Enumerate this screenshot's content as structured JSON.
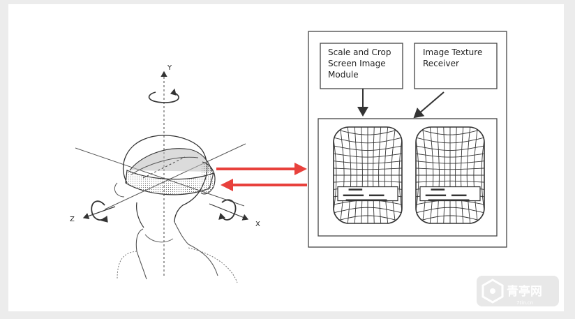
{
  "diagram": {
    "axes": {
      "y": "Y",
      "z": "Z",
      "x": "X"
    },
    "modules": {
      "scale_crop": [
        "Scale and Crop",
        "Screen Image",
        "Module"
      ],
      "texture_receiver": [
        "Image Texture",
        "Receiver"
      ]
    },
    "arrow_color": "#e8413c"
  },
  "watermark": {
    "brand": "青亭网",
    "url": "7tin.cn"
  }
}
